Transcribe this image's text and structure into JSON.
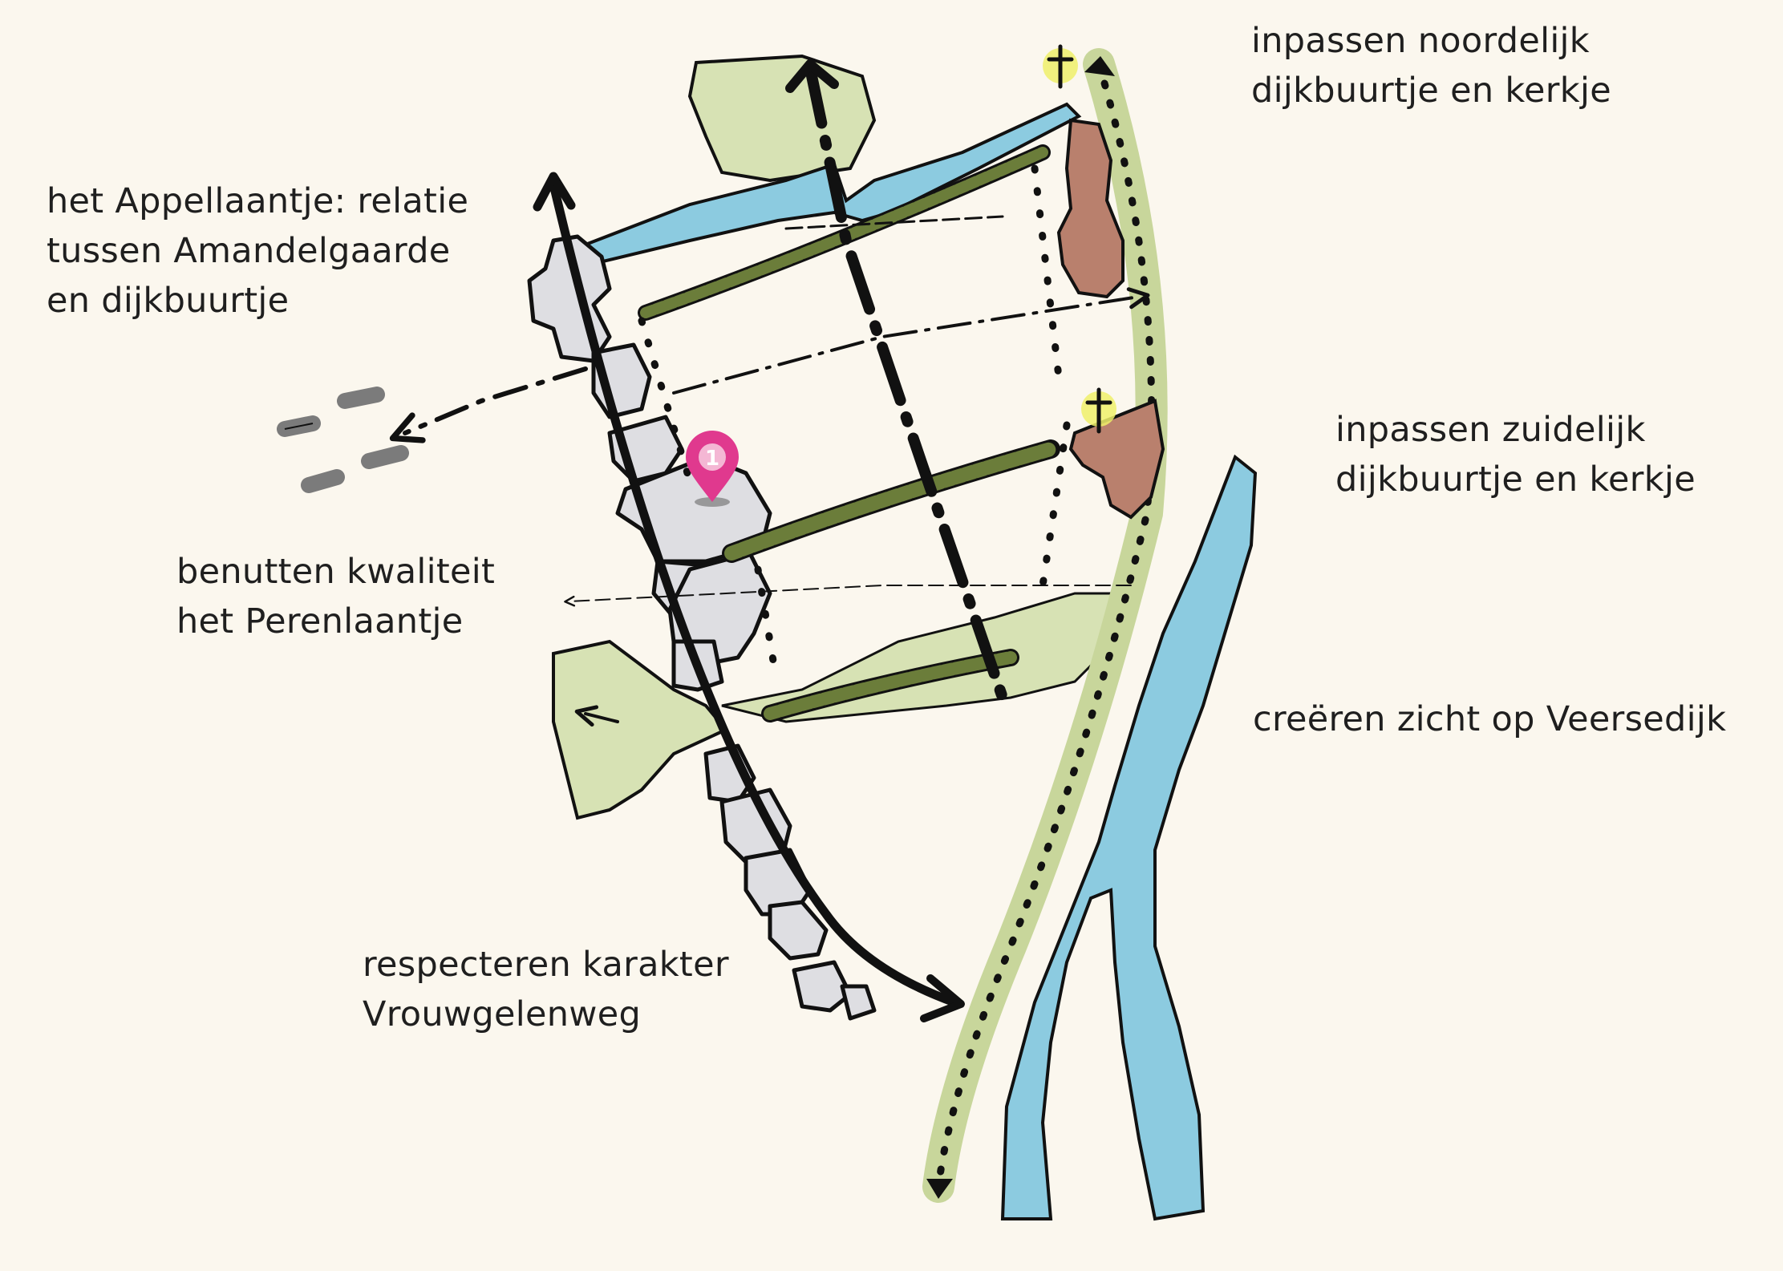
{
  "annotations": {
    "north": {
      "line1": "inpassen noordelijk",
      "line2": "dijkbuurtje en kerkje"
    },
    "appellaantje": {
      "line1": "het Appellaantje: relatie",
      "line2": "tussen Amandelgaarde",
      "line3": "en dijkbuurtje"
    },
    "south": {
      "line1": "inpassen zuidelijk",
      "line2": "dijkbuurtje en kerkje"
    },
    "perenlaantje": {
      "line1": "benutten kwaliteit",
      "line2": "het Perenlaantje"
    },
    "veersedijk": {
      "line1": "creëren zicht op Veersedijk"
    },
    "vrouwgelenweg": {
      "line1": "respecteren karakter",
      "line2": "Vrouwgelenweg"
    }
  },
  "marker": {
    "label": "1",
    "color": "#e0398e"
  },
  "colors": {
    "background": "#fbf7ee",
    "water": "#8ccbe0",
    "greenery": "#d7e2b4",
    "tree_rows": "#6b7d3a",
    "buildings": "#dedee2",
    "churches": "#b9806d",
    "dike": "#c8d69b",
    "ink": "#111111"
  },
  "icons": {
    "church": "cross-icon",
    "location": "map-pin-icon"
  }
}
